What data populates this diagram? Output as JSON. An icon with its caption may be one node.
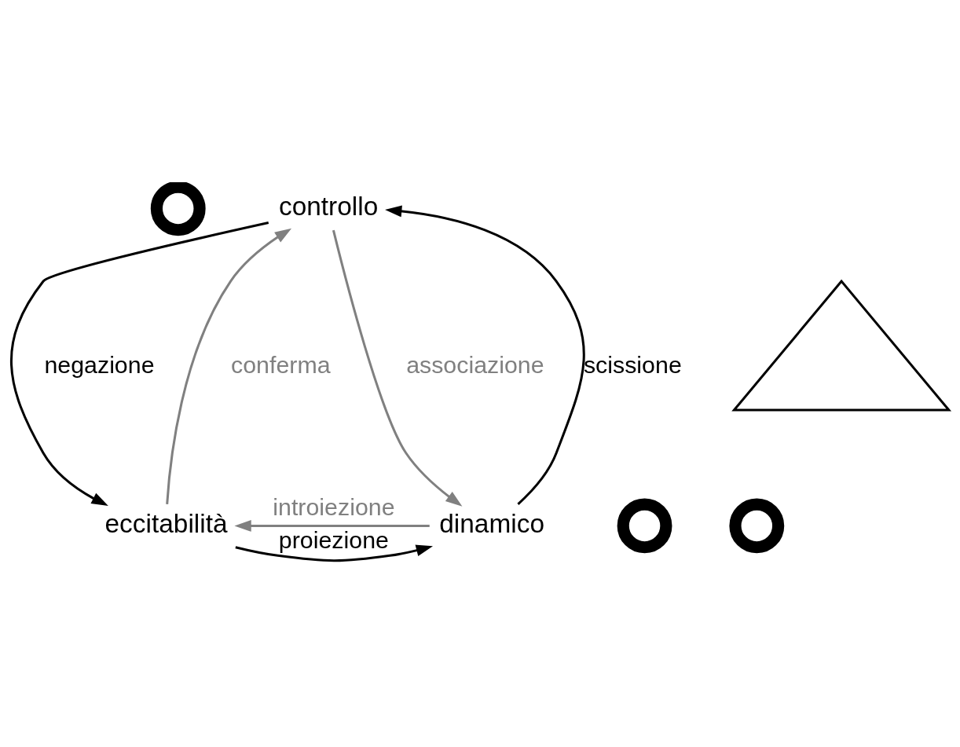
{
  "diagram": {
    "nodes": [
      {
        "text": [],
        "shape": "circle"
      },
      {
        "text": [
          "controllo"
        ]
      },
      {
        "text": [
          "eccitabilità"
        ]
      },
      {
        "text": [
          "dinamico"
        ]
      },
      {
        "text": [],
        "shape": "circle"
      },
      {
        "text": [],
        "shape": "circle"
      },
      {
        "text": [],
        "shape": "triangle"
      }
    ],
    "edges": [
      {
        "from": 1,
        "to": 2,
        "arrow": "to",
        "label": "negazione"
      },
      {
        "from": 2,
        "to": 1,
        "arrow": "to",
        "label": "conferma",
        "color": "#808080"
      },
      {
        "from": 1,
        "to": 3,
        "arrow": "to",
        "label": "associazione",
        "color": "#808080"
      },
      {
        "from": 3,
        "to": 1,
        "arrow": "to",
        "label": "scissione"
      },
      {
        "from": 3,
        "to": 2,
        "arrow": "to",
        "label": "introiezione",
        "color": "#808080"
      },
      {
        "from": 2,
        "to": 3,
        "arrow": "to",
        "label": "proiezione"
      }
    ]
  }
}
